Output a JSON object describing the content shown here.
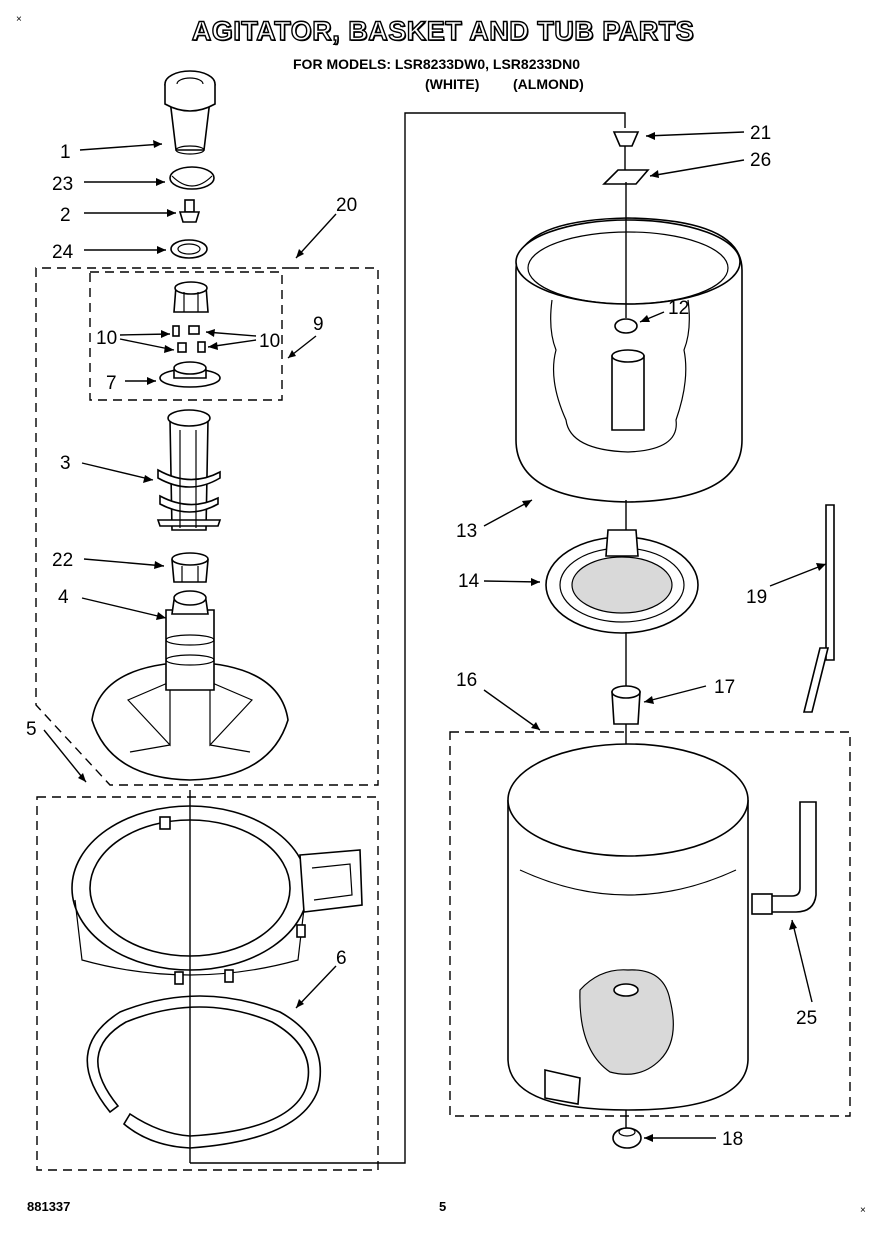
{
  "header": {
    "title": "AGITATOR, BASKET AND TUB PARTS",
    "models_line": "FOR MODELS: LSR8233DW0, LSR8233DN0",
    "color_white": "(WHITE)",
    "color_almond": "(ALMOND)"
  },
  "corner_marks": {
    "top_left": "×",
    "bottom_right": "×"
  },
  "footer": {
    "doc_number": "881337",
    "page_number": "5"
  },
  "callouts": {
    "c1": "1",
    "c23": "23",
    "c2": "2",
    "c24": "24",
    "c20": "20",
    "c10a": "10",
    "c10b": "10",
    "c9": "9",
    "c7": "7",
    "c3": "3",
    "c22": "22",
    "c4": "4",
    "c5": "5",
    "c6": "6",
    "c21": "21",
    "c26": "26",
    "c12": "12",
    "c13": "13",
    "c14": "14",
    "c19": "19",
    "c16": "16",
    "c17": "17",
    "c25": "25",
    "c18": "18"
  }
}
